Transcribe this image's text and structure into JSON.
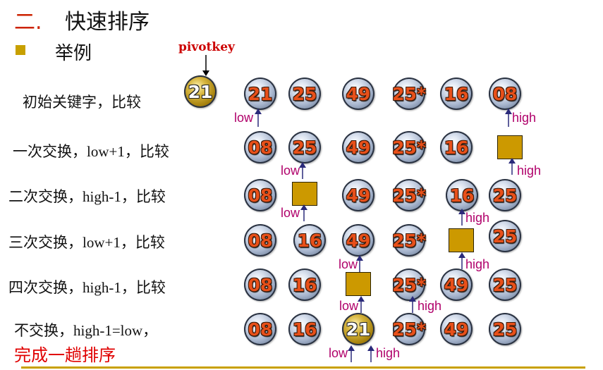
{
  "header": {
    "number": "二.",
    "title": "快速排序"
  },
  "subtitle": "举例",
  "pivot": {
    "label": "pivotkey",
    "value": "21"
  },
  "rows": [
    {
      "label": "初始关键字，比较",
      "cells": [
        "21",
        "25",
        "49",
        "25*",
        "16",
        "08"
      ]
    },
    {
      "label_cn": "一次交换，",
      "label_en": "low+1",
      "label_tail": "，比较",
      "cells": [
        "08",
        "25",
        "49",
        "25*",
        "16",
        ""
      ]
    },
    {
      "label_cn": "二次交换，",
      "label_en": "high-1",
      "label_tail": "，比较",
      "cells": [
        "08",
        "",
        "49",
        "25*",
        "16",
        "25"
      ]
    },
    {
      "label_cn": "三次交换，",
      "label_en": "low+1",
      "label_tail": "，比较",
      "cells": [
        "08",
        "16",
        "49",
        "25*",
        "",
        "25"
      ]
    },
    {
      "label_cn": "四次交换，",
      "label_en": "high-1",
      "label_tail": "，比较",
      "cells": [
        "08",
        "16",
        "",
        "25*",
        "49",
        "25"
      ]
    },
    {
      "label_cn": "不交换，",
      "label_en": "high-1=low",
      "label_tail": "，",
      "cells": [
        "08",
        "16",
        "21",
        "25*",
        "49",
        "25"
      ]
    }
  ],
  "finish_label": "完成一趟排序",
  "pointers": {
    "low": "low",
    "high": "high"
  },
  "colors": {
    "accent": "#cc2200",
    "number": "#e8501a",
    "pointer": "#b0006a",
    "square": "#cc9900"
  }
}
